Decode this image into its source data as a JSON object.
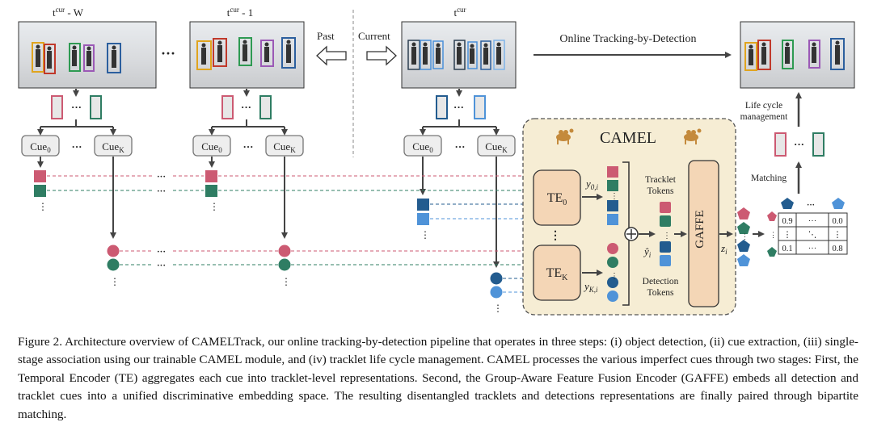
{
  "frames": {
    "past_far": "t",
    "past_far_sup": "cur",
    "past_far_suffix": " - W",
    "past_near": "t",
    "past_near_sup": "cur",
    "past_near_suffix": " - 1",
    "current": "t",
    "current_sup": "cur"
  },
  "labels": {
    "past": "Past",
    "current": "Current",
    "online": "Online Tracking-by-Detection",
    "camel": "CAMEL",
    "life_cycle_line1": "Life cycle",
    "life_cycle_line2": "management",
    "matching": "Matching",
    "tracklet_tokens_line1": "Tracklet",
    "tracklet_tokens_line2": "Tokens",
    "detection_tokens_line1": "Detection",
    "detection_tokens_line2": "Tokens",
    "gaffe": "GAFFE",
    "te0": "TE",
    "te0_sub": "0",
    "tek": "TE",
    "tek_sub": "K",
    "y0": "y",
    "y0_sub": "0,i",
    "yk": "y",
    "yk_sub": "K,i",
    "yhat": "ŷ",
    "yhat_sub": "i",
    "z": "z",
    "z_sub": "i",
    "cue": "Cue",
    "cue0_sub": "0",
    "cuek_sub": "K",
    "dots": "···",
    "vdots": "⋮"
  },
  "matrix": {
    "r1": [
      "0.9",
      "···",
      "0.0"
    ],
    "r2": [
      "⋮",
      "⋱",
      "⋮"
    ],
    "r3": [
      "0.1",
      "···",
      "0.8"
    ]
  },
  "colors": {
    "pink": "#cc5a72",
    "green": "#2f7d63",
    "dark_blue": "#235c8f",
    "light_blue": "#4f93d8",
    "box_fill": "#f4d6b6",
    "camel_bg": "#f6edd4"
  },
  "icons": {
    "camel": "camel-icon"
  },
  "caption": "Figure 2. Architecture overview of CAMELTrack, our online tracking-by-detection pipeline that operates in three steps: (i) object detection, (ii) cue extraction, (iii) single-stage association using our trainable CAMEL module, and (iv) tracklet life cycle management. CAMEL processes the various imperfect cues through two stages: First, the Temporal Encoder (TE) aggregates each cue into tracklet-level representations. Second, the Group-Aware Feature Fusion Encoder (GAFFE) embeds all detection and tracklet cues into a unified discriminative embedding space. The resulting disentangled tracklets and detections representations are finally paired through bipartite matching."
}
